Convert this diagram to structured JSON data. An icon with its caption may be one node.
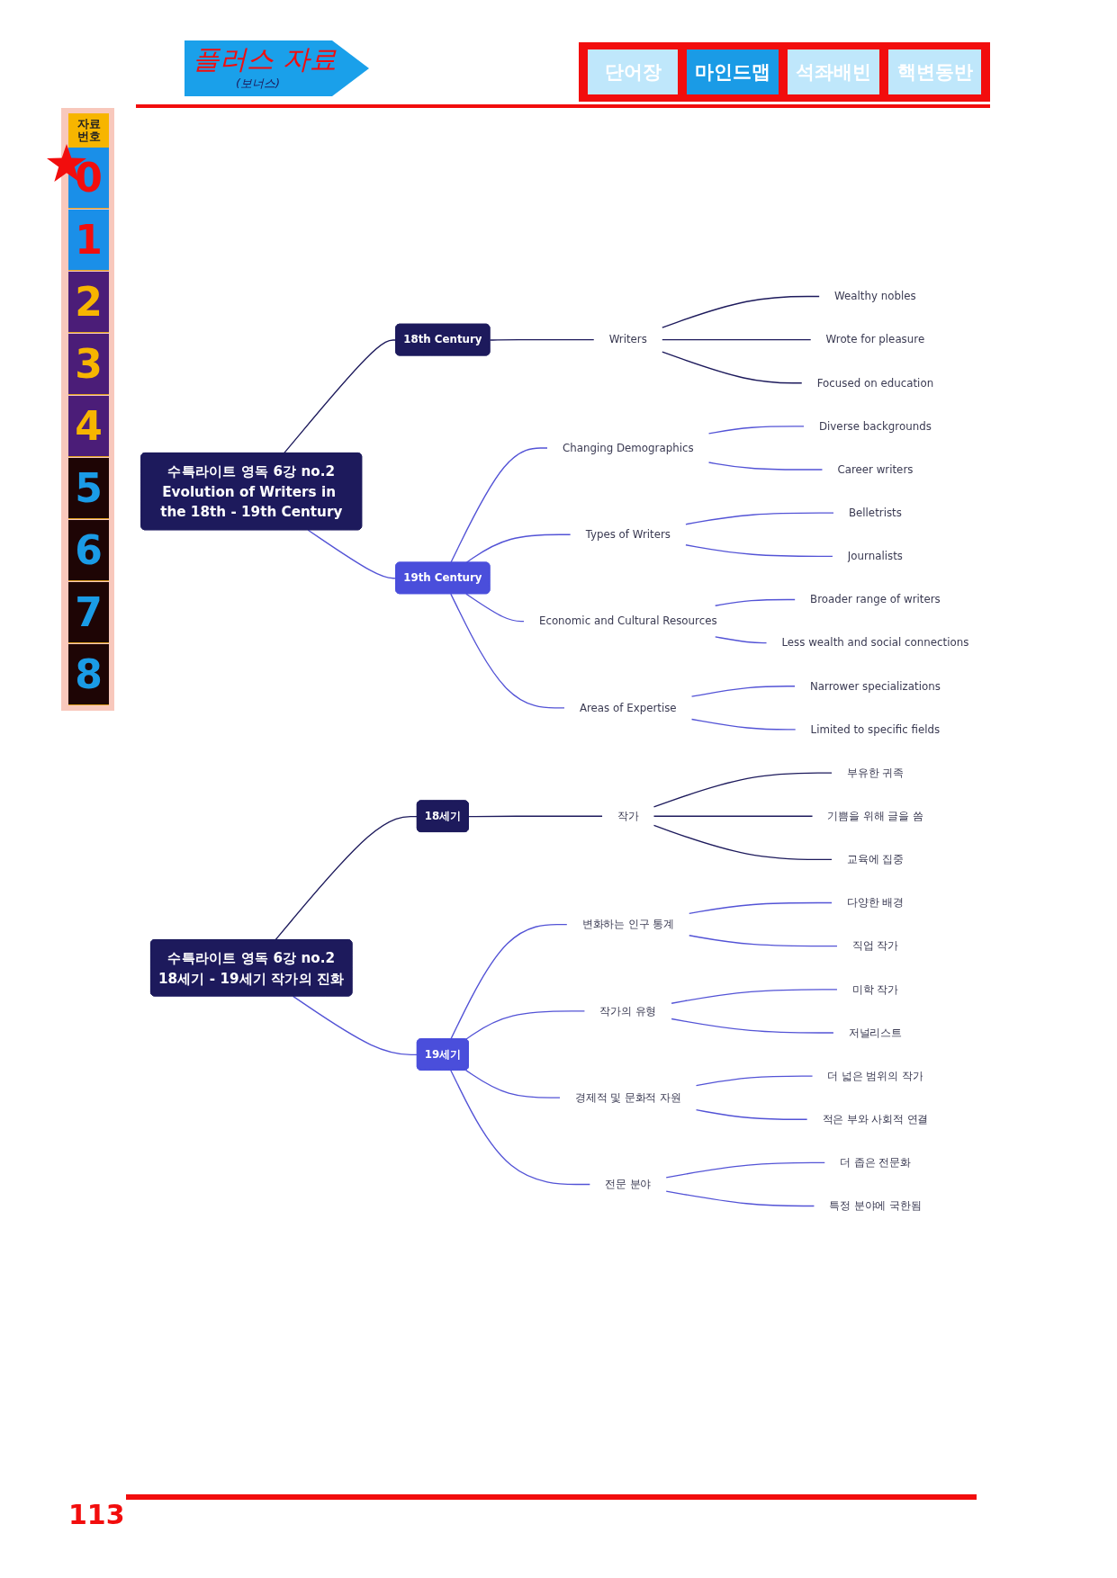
{
  "diagram": {
    "nodes": [
      {
        "text": [
          "수특라이트 영독 6강 no.2",
          "Evolution of Writers in the 18th - 19th Century"
        ]
      },
      {
        "text": [
          "18th Century"
        ]
      },
      {
        "text": [
          "Writers"
        ]
      },
      {
        "text": [
          "Wealthy nobles"
        ]
      },
      {
        "text": [
          "Wrote for pleasure"
        ]
      },
      {
        "text": [
          "Focused on education"
        ]
      },
      {
        "text": [
          "19th Century"
        ]
      },
      {
        "text": [
          "Changing Demographics"
        ]
      },
      {
        "text": [
          "Diverse backgrounds"
        ]
      },
      {
        "text": [
          "Career writers"
        ]
      },
      {
        "text": [
          "Types of Writers"
        ]
      },
      {
        "text": [
          "Belletrists"
        ]
      },
      {
        "text": [
          "Journalists"
        ]
      },
      {
        "text": [
          "Economic and Cultural Resources"
        ]
      },
      {
        "text": [
          "Broader range of writers"
        ]
      },
      {
        "text": [
          "Less wealth and social connections"
        ]
      },
      {
        "text": [
          "Areas of Expertise"
        ]
      },
      {
        "text": [
          "Narrower specializations"
        ]
      },
      {
        "text": [
          "Limited to specific fields"
        ]
      },
      {
        "text": [
          "수특라이트 영독 6강 no.2",
          "18세기 - 19세기 작가의 진화"
        ]
      },
      {
        "text": [
          "18세기"
        ]
      },
      {
        "text": [
          "작가"
        ]
      },
      {
        "text": [
          "부유한 귀족"
        ]
      },
      {
        "text": [
          "기쁨을 위해 글을 씀"
        ]
      },
      {
        "text": [
          "교육에 집중"
        ]
      },
      {
        "text": [
          "19세기"
        ]
      },
      {
        "text": [
          "변화하는 인구 통계"
        ]
      },
      {
        "text": [
          "다양한 배경"
        ]
      },
      {
        "text": [
          "직업 작가"
        ]
      },
      {
        "text": [
          "작가의 유형"
        ]
      },
      {
        "text": [
          "미학 작가"
        ]
      },
      {
        "text": [
          "저널리스트"
        ]
      },
      {
        "text": [
          "경제적 및 문화적 자원"
        ]
      },
      {
        "text": [
          "더 넓은 범위의 작가"
        ]
      },
      {
        "text": [
          "적은 부와 사회적 연결"
        ]
      },
      {
        "text": [
          "전문 분야"
        ]
      },
      {
        "text": [
          "더 좁은 전문화"
        ]
      },
      {
        "text": [
          "특정 분야에 국한됨"
        ]
      }
    ],
    "edges": [
      {
        "from": 0,
        "to": 1,
        "arrow": "none",
        "color": "#1d1a5c"
      },
      {
        "from": 1,
        "to": 2,
        "arrow": "none",
        "color": "#1d1a5c"
      },
      {
        "from": 2,
        "to": 3,
        "arrow": "none",
        "color": "#1d1a5c"
      },
      {
        "from": 2,
        "to": 4,
        "arrow": "none",
        "color": "#1d1a5c"
      },
      {
        "from": 2,
        "to": 5,
        "arrow": "none",
        "color": "#1d1a5c"
      },
      {
        "from": 0,
        "to": 6,
        "arrow": "none"
      },
      {
        "from": 6,
        "to": 7,
        "arrow": "none"
      },
      {
        "from": 7,
        "to": 8,
        "arrow": "none"
      },
      {
        "from": 7,
        "to": 9,
        "arrow": "none"
      },
      {
        "from": 6,
        "to": 10,
        "arrow": "none"
      },
      {
        "from": 10,
        "to": 11,
        "arrow": "none"
      },
      {
        "from": 10,
        "to": 12,
        "arrow": "none"
      },
      {
        "from": 6,
        "to": 13,
        "arrow": "none"
      },
      {
        "from": 13,
        "to": 14,
        "arrow": "none"
      },
      {
        "from": 13,
        "to": 15,
        "arrow": "none"
      },
      {
        "from": 6,
        "to": 16,
        "arrow": "none"
      },
      {
        "from": 16,
        "to": 17,
        "arrow": "none"
      },
      {
        "from": 16,
        "to": 18,
        "arrow": "none"
      },
      {
        "from": 19,
        "to": 20,
        "arrow": "none",
        "color": "#1d1a5c"
      },
      {
        "from": 20,
        "to": 21,
        "arrow": "none",
        "color": "#1d1a5c"
      },
      {
        "from": 21,
        "to": 22,
        "arrow": "none",
        "color": "#1d1a5c"
      },
      {
        "from": 21,
        "to": 23,
        "arrow": "none",
        "color": "#1d1a5c"
      },
      {
        "from": 21,
        "to": 24,
        "arrow": "none",
        "color": "#1d1a5c"
      },
      {
        "from": 19,
        "to": 25,
        "arrow": "none"
      },
      {
        "from": 25,
        "to": 26,
        "arrow": "none"
      },
      {
        "from": 26,
        "to": 27,
        "arrow": "none"
      },
      {
        "from": 26,
        "to": 28,
        "arrow": "none"
      },
      {
        "from": 25,
        "to": 29,
        "arrow": "none"
      },
      {
        "from": 29,
        "to": 30,
        "arrow": "none"
      },
      {
        "from": 29,
        "to": 31,
        "arrow": "none"
      },
      {
        "from": 25,
        "to": 32,
        "arrow": "none"
      },
      {
        "from": 32,
        "to": 33,
        "arrow": "none"
      },
      {
        "from": 32,
        "to": 34,
        "arrow": "none"
      },
      {
        "from": 25,
        "to": 35,
        "arrow": "none"
      },
      {
        "from": 35,
        "to": 36,
        "arrow": "none"
      },
      {
        "from": 35,
        "to": 37,
        "arrow": "none"
      }
    ],
    "labels": [
      "플러스 자료",
      "(보너스)",
      "단어장",
      "마인드맵",
      "석좌배빈",
      "핵변동반",
      "자료 번호",
      "0",
      "1",
      "2",
      "3",
      "4",
      "5",
      "6",
      "7",
      "8",
      "113"
    ]
  }
}
